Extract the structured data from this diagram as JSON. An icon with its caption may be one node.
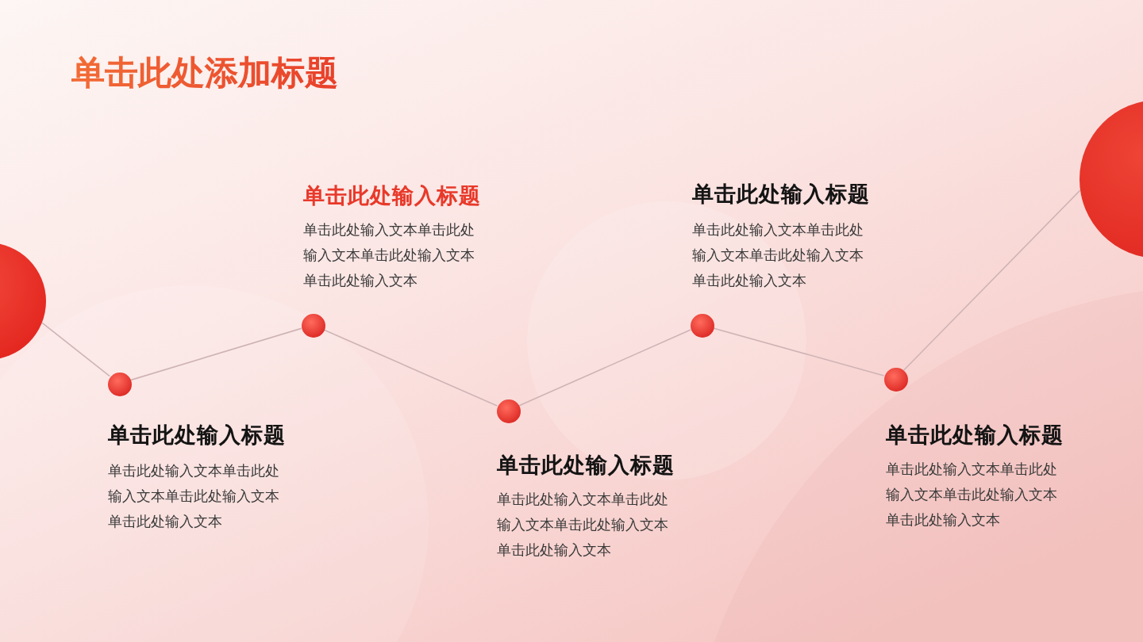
{
  "diagram": {
    "title": "单击此处添加标题",
    "nodes": [
      {
        "text": [],
        "shape": "circle"
      },
      {
        "text": [],
        "shape": "circle",
        "beside": [
          "单击此处输入标题",
          "单击此处输入文本单击此处输入文本单击此处输入文本单击此处输入文本"
        ]
      },
      {
        "text": [],
        "shape": "circle",
        "beside": [
          "单击此处输入标题",
          "单击此处输入文本单击此处输入文本单击此处输入文本单击此处输入文本"
        ]
      },
      {
        "text": [],
        "shape": "circle",
        "beside": [
          "单击此处输入标题",
          "单击此处输入文本单击此处输入文本单击此处输入文本单击此处输入文本"
        ]
      },
      {
        "text": [],
        "shape": "circle",
        "beside": [
          "单击此处输入标题",
          "单击此处输入文本单击此处输入文本单击此处输入文本单击此处输入文本"
        ]
      },
      {
        "text": [],
        "shape": "circle",
        "beside": [
          "单击此处输入标题",
          "单击此处输入文本单击此处输入文本单击此处输入文本单击此处输入文本"
        ]
      },
      {
        "text": [],
        "shape": "circle"
      }
    ],
    "edges": [
      {
        "from": 0,
        "to": 1,
        "arrow": "none"
      },
      {
        "from": 1,
        "to": 2,
        "arrow": "none"
      },
      {
        "from": 2,
        "to": 3,
        "arrow": "none"
      },
      {
        "from": 3,
        "to": 4,
        "arrow": "none"
      },
      {
        "from": 4,
        "to": 5,
        "arrow": "none"
      },
      {
        "from": 5,
        "to": 6,
        "arrow": "none"
      }
    ]
  }
}
